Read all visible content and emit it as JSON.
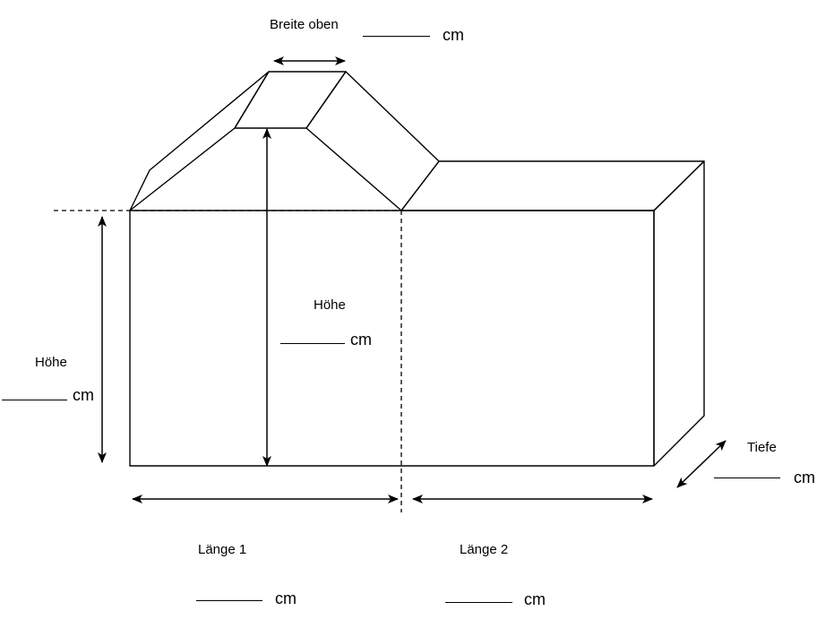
{
  "labels": {
    "breite_oben": "Breite oben",
    "hoehe_mitte": "Höhe",
    "hoehe_links": "Höhe",
    "tiefe": "Tiefe",
    "laenge1": "Länge 1",
    "laenge2": "Länge 2"
  },
  "units": {
    "breite_oben": "cm",
    "hoehe_mitte": "cm",
    "hoehe_links": "cm",
    "tiefe": "cm",
    "laenge1": "cm",
    "laenge2": "cm"
  },
  "colors": {
    "stroke": "#000000",
    "background": "#ffffff"
  }
}
